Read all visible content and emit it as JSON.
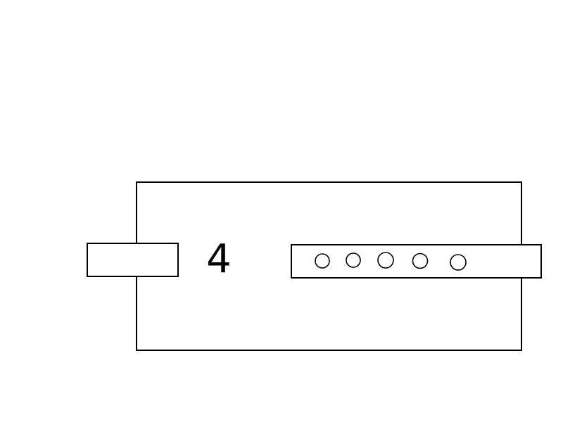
{
  "diagram": {
    "center_label": "4",
    "holes": [
      {
        "name": "hole-1"
      },
      {
        "name": "hole-2"
      },
      {
        "name": "hole-3"
      },
      {
        "name": "hole-4"
      },
      {
        "name": "hole-5"
      }
    ],
    "colors": {
      "stroke": "#000000",
      "background": "#ffffff"
    }
  }
}
